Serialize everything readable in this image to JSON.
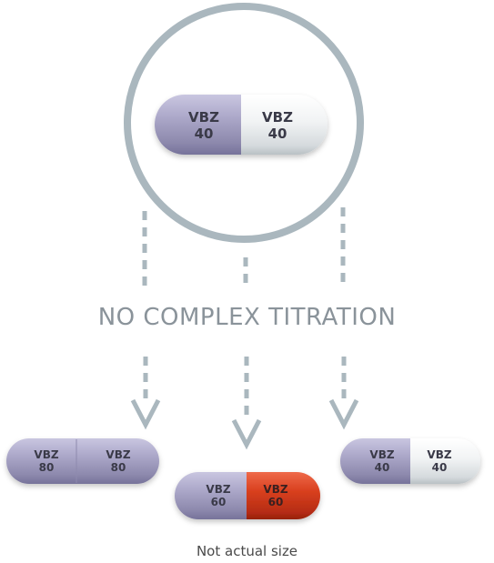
{
  "headline": "NO COMPLEX TITRATION",
  "footnote": "Not actual size",
  "featured_capsule": {
    "left_label_line1": "VBZ",
    "left_label_line2": "40",
    "right_label_line1": "VBZ",
    "right_label_line2": "40"
  },
  "capsules": [
    {
      "left_label_line1": "VBZ",
      "left_label_line2": "80",
      "right_label_line1": "VBZ",
      "right_label_line2": "80"
    },
    {
      "left_label_line1": "VBZ",
      "left_label_line2": "60",
      "right_label_line1": "VBZ",
      "right_label_line2": "60"
    },
    {
      "left_label_line1": "VBZ",
      "left_label_line2": "40",
      "right_label_line1": "VBZ",
      "right_label_line2": "40"
    }
  ],
  "colors": {
    "ring": "#aab7be",
    "arrow": "#aab7be",
    "capsule_purple": "#a09cbf",
    "capsule_white": "#eef0f2",
    "capsule_red": "#d2391c",
    "headline_text": "#8a939a"
  }
}
